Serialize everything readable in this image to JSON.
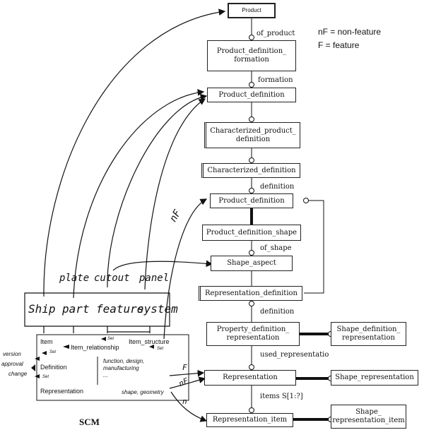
{
  "legend": {
    "nf": "nF = non-feature",
    "f": "F = feature"
  },
  "entities": {
    "product": "Product",
    "pdf": "Product_definition_ formation",
    "pd1": "Product_definition",
    "cpd": "Characterized_product_ definition",
    "cd": "Characterized_definition",
    "pd2": "Product_definition",
    "pds": "Product_definition_shape",
    "sa": "Shape_aspect",
    "rd": "Representation_definition",
    "pdr": "Property_definition_ representation",
    "sdr": "Shape_definition_ representation",
    "rep": "Representation",
    "srep": "Shape_representation",
    "ri": "Representation_item",
    "sri": "Shape_ representation_item"
  },
  "relations": {
    "of_product": "of_product",
    "formation": "formation",
    "definition1": "definition",
    "of_shape": "of_shape",
    "definition2": "definition",
    "used_rep": "used_representatio",
    "items": "items S[1:?]"
  },
  "handwritten": {
    "plate": "plate",
    "cutout": "cutout",
    "panel": "panel",
    "ship": "Ship",
    "part": "part",
    "feature": "feature",
    "system": "system",
    "nF_top": "nF",
    "nF_bottom": "nF",
    "F": "F",
    "n": "n"
  },
  "scm": {
    "title": "SCM",
    "item": "Item",
    "item_relationship": "Item_relationship",
    "item_structure": "Item_structure",
    "definition": "Definition",
    "representation": "Representation",
    "version": "version",
    "approval": "approval",
    "change": "change",
    "set": "Set",
    "function": "function, design,",
    "manufacturing": "manufacturing",
    "dots": "...",
    "shape_geometry": "shape, geometry"
  }
}
